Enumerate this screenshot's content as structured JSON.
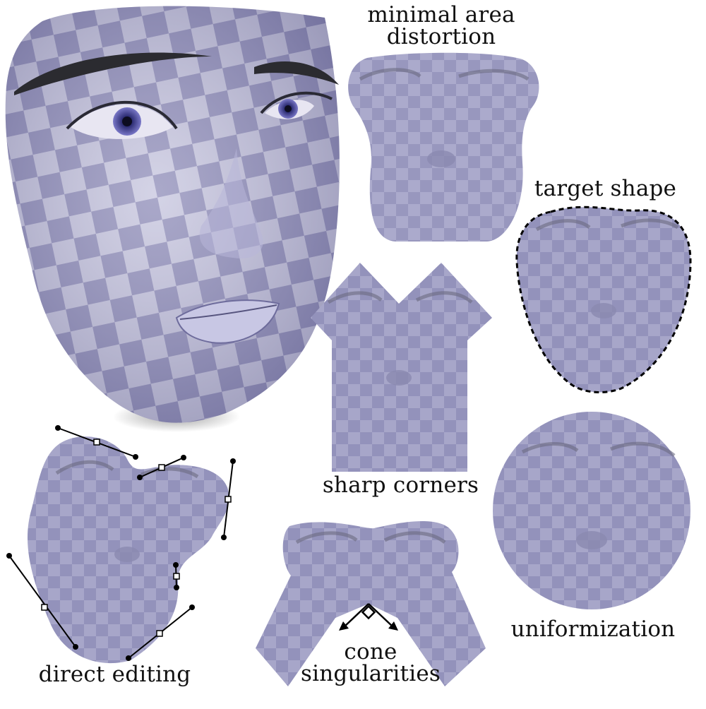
{
  "labels": {
    "minimal_area_1": "minimal area",
    "minimal_area_2": "distortion",
    "target_shape": "target shape",
    "sharp_corners": "sharp corners",
    "uniformization": "uniformization",
    "direct_editing": "direct editing",
    "cone_1": "cone",
    "cone_2": "singularities"
  },
  "colors": {
    "uv_light": "#a6a6c8",
    "uv_dark": "#9090b8",
    "face_light": "#c9c8e0",
    "face_dark": "#8c8ab6",
    "outline": "#000000"
  }
}
